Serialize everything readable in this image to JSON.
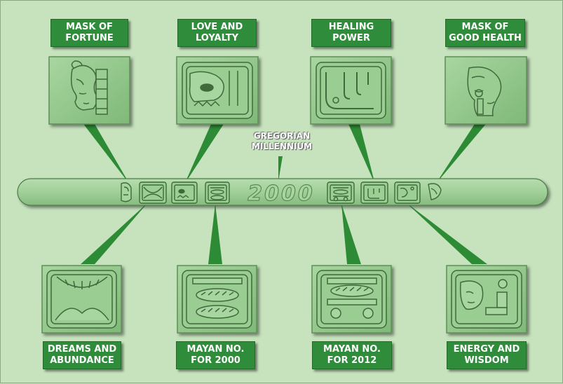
{
  "labels": {
    "mask_of_fortune": [
      "MASK OF",
      "FORTUNE"
    ],
    "love_and_loyalty": [
      "LOVE AND",
      "LOYALTY"
    ],
    "healing_power": [
      "HEALING",
      "POWER"
    ],
    "mask_of_good_health": [
      "MASK OF",
      "GOOD HEALTH"
    ],
    "dreams_and_abundance": [
      "DREAMS AND",
      "ABUNDANCE"
    ],
    "mayan_no_2000": [
      "MAYAN NO.",
      "FOR 2000"
    ],
    "mayan_no_2012": [
      "MAYAN NO.",
      "FOR 2012"
    ],
    "energy_and_wisdom": [
      "ENERGY AND",
      "WISDOM"
    ],
    "gregorian": [
      "GREGORIAN",
      "MILLENNIUM"
    ]
  },
  "band_text": "2000",
  "colors": {
    "background": "#c6e3bd",
    "label_fill": "#2f8c3a",
    "pointer": "#2e8b35",
    "glyph_fill": "#8fc489"
  }
}
